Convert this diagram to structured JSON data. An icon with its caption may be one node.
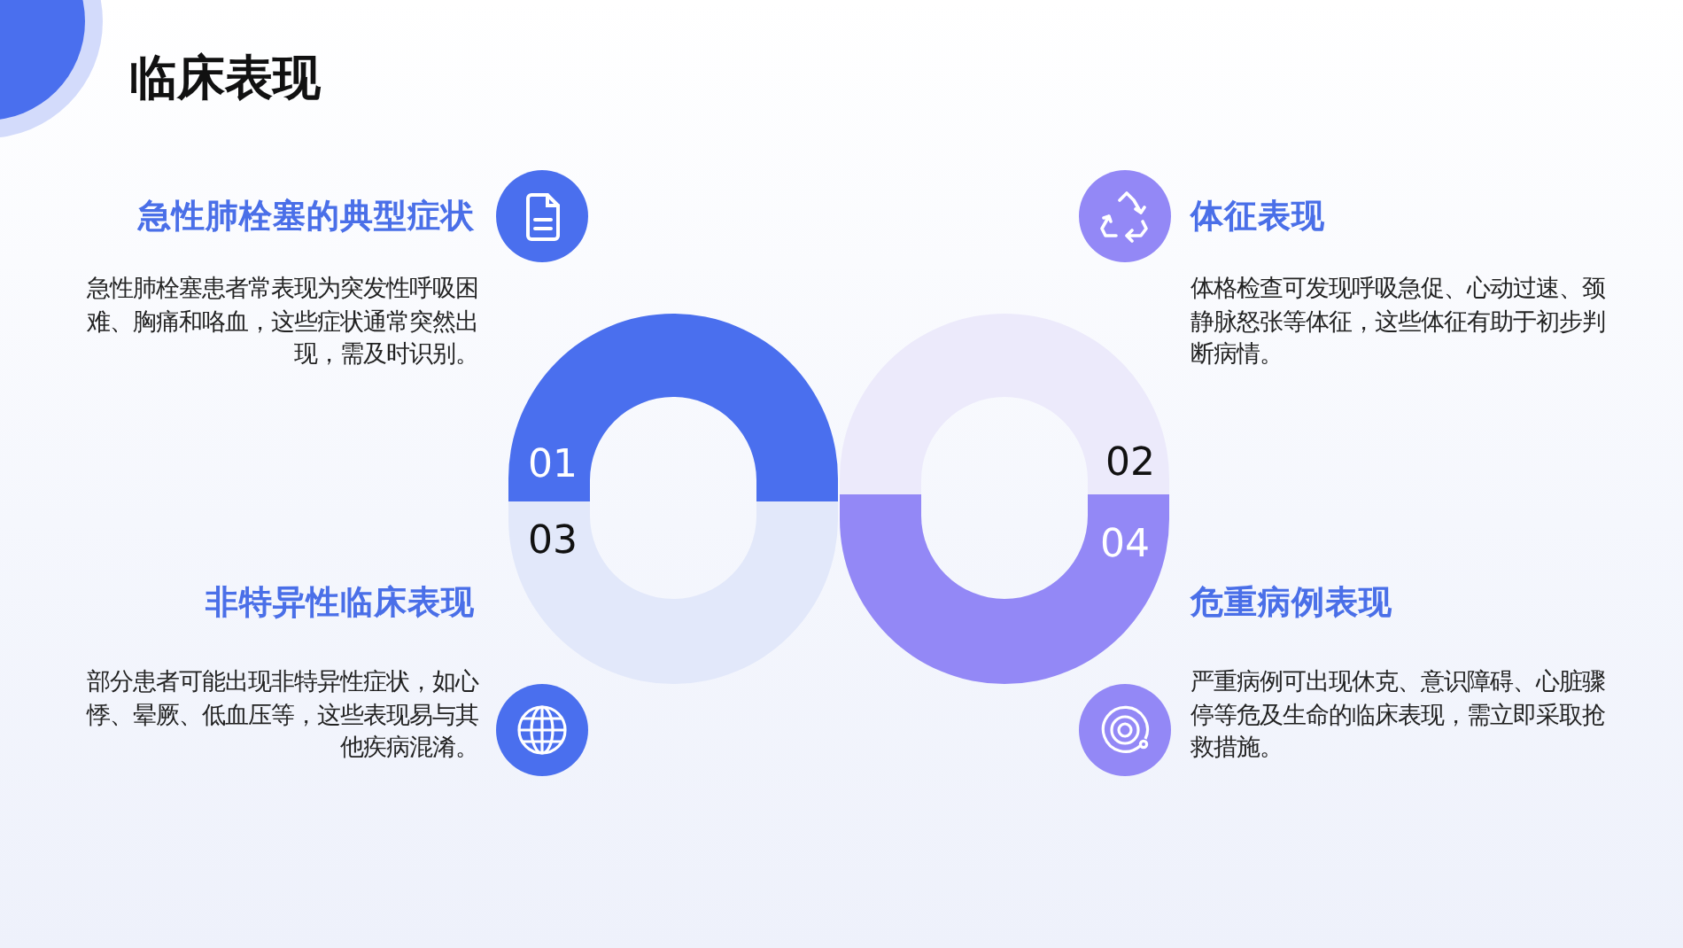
{
  "diagram": {
    "title": "临床表现",
    "nodes": [
      {
        "text": [
          "01"
        ],
        "beside": [
          "急性肺栓塞的典型症状",
          "急性肺栓塞患者常表现为突发性呼吸困难、胸痛和咯血，这些症状通常突然出现，需及时识别。"
        ]
      },
      {
        "text": [
          "02"
        ],
        "beside": [
          "体征表现",
          "体格检查可发现呼吸急促、心动过速、颈静脉怒张等体征，这些体征有助于初步判断病情。"
        ]
      },
      {
        "text": [
          "03"
        ],
        "beside": [
          "非特异性临床表现",
          "部分患者可能出现非特异性症状，如心悸、晕厥、低血压等，这些表现易与其他疾病混淆。"
        ]
      },
      {
        "text": [
          "04"
        ],
        "beside": [
          "危重病例表现",
          "严重病例可出现休克、意识障碍、心脏骤停等危及生命的临床表现，需立即采取抢救措施。"
        ]
      }
    ]
  }
}
